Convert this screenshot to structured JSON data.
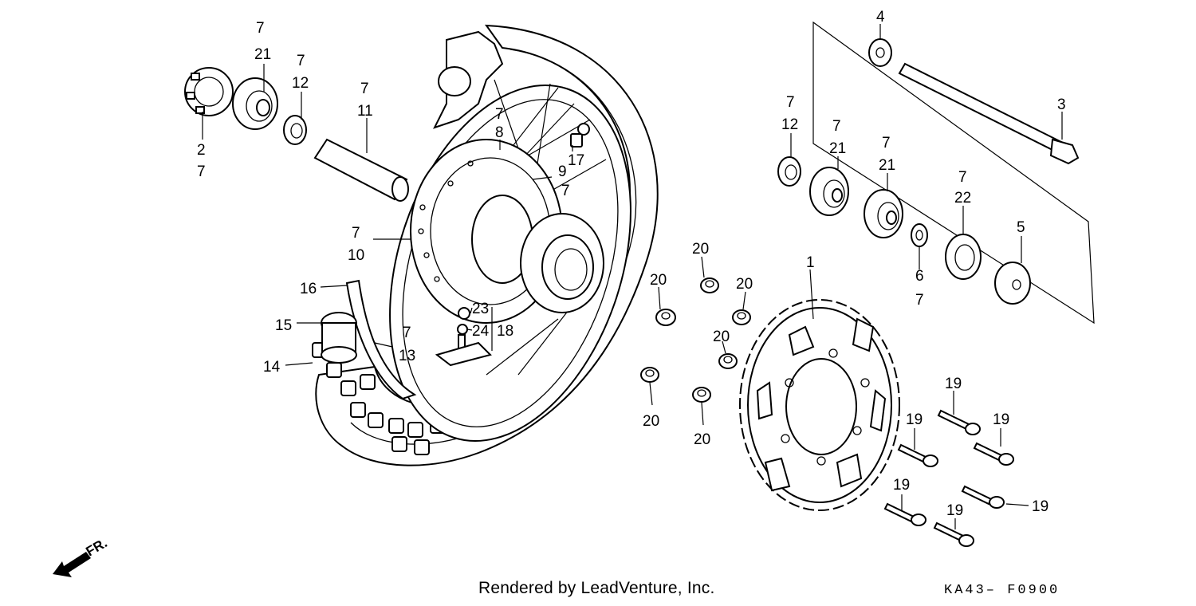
{
  "diagram": {
    "callouts": [
      {
        "id": "c1",
        "lines": [
          "7",
          "21"
        ]
      },
      {
        "id": "c2",
        "lines": [
          "7",
          "12"
        ]
      },
      {
        "id": "c3",
        "lines": [
          "2",
          "7"
        ]
      },
      {
        "id": "c4",
        "lines": [
          "7",
          "11"
        ]
      },
      {
        "id": "c5",
        "lines": [
          "7",
          "8"
        ]
      },
      {
        "id": "c6",
        "lines": [
          "17"
        ]
      },
      {
        "id": "c7",
        "lines": [
          "9",
          "7"
        ]
      },
      {
        "id": "c8",
        "lines": [
          "7",
          "10"
        ]
      },
      {
        "id": "c9",
        "lines": [
          "16"
        ]
      },
      {
        "id": "c10",
        "lines": [
          "15"
        ]
      },
      {
        "id": "c11",
        "lines": [
          "14"
        ]
      },
      {
        "id": "c12",
        "lines": [
          "7",
          "13"
        ]
      },
      {
        "id": "c13",
        "lines": [
          "23"
        ]
      },
      {
        "id": "c14",
        "lines": [
          "24"
        ]
      },
      {
        "id": "c15",
        "lines": [
          "18"
        ]
      },
      {
        "id": "c16",
        "lines": [
          "4"
        ]
      },
      {
        "id": "c17",
        "lines": [
          "3"
        ]
      },
      {
        "id": "c18",
        "lines": [
          "7",
          "12"
        ]
      },
      {
        "id": "c19",
        "lines": [
          "7",
          "21"
        ]
      },
      {
        "id": "c20",
        "lines": [
          "7",
          "21"
        ]
      },
      {
        "id": "c21",
        "lines": [
          "7",
          "22"
        ]
      },
      {
        "id": "c22",
        "lines": [
          "5"
        ]
      },
      {
        "id": "c23",
        "lines": [
          "6",
          "7"
        ]
      },
      {
        "id": "c24",
        "lines": [
          "1"
        ]
      },
      {
        "id": "c25",
        "lines": [
          "20"
        ]
      },
      {
        "id": "c26",
        "lines": [
          "20"
        ]
      },
      {
        "id": "c27",
        "lines": [
          "20"
        ]
      },
      {
        "id": "c28",
        "lines": [
          "20"
        ]
      },
      {
        "id": "c29",
        "lines": [
          "20"
        ]
      },
      {
        "id": "c30",
        "lines": [
          "20"
        ]
      },
      {
        "id": "c31",
        "lines": [
          "19"
        ]
      },
      {
        "id": "c32",
        "lines": [
          "19"
        ]
      },
      {
        "id": "c33",
        "lines": [
          "19"
        ]
      },
      {
        "id": "c34",
        "lines": [
          "19"
        ]
      },
      {
        "id": "c35",
        "lines": [
          "19"
        ]
      },
      {
        "id": "c36",
        "lines": [
          "19"
        ]
      }
    ]
  },
  "direction_label": "FR.",
  "footer": {
    "credit": "Rendered by LeadVenture, Inc.",
    "diagram_code": "KA43– F0900"
  }
}
